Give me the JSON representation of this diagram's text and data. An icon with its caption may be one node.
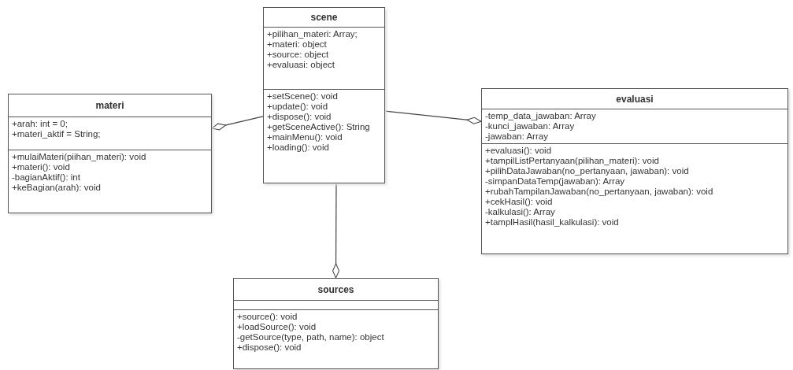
{
  "diagram": {
    "nodes": [
      {
        "text": [
          "scene"
        ]
      },
      {
        "text": [
          "+pilihan_materi: Array;",
          "+materi: object",
          "+source: object",
          "+evaluasi: object"
        ],
        "in": 0
      },
      {
        "text": [
          "+setScene(): void",
          "+update(): void",
          "+dispose(): void",
          "+getSceneActive(): String",
          "+mainMenu(): void",
          "+loading(): void"
        ],
        "in": 0
      },
      {
        "text": [
          "materi"
        ]
      },
      {
        "text": [
          "+arah: int = 0;",
          "+materi_aktif = String;"
        ],
        "in": 3
      },
      {
        "text": [
          "+mulaiMateri(piihan_materi): void",
          "+materi(): void",
          "-bagianAktif(): int",
          "+keBagian(arah): void"
        ],
        "in": 3
      },
      {
        "text": [
          "evaluasi"
        ]
      },
      {
        "text": [
          "-temp_data_jawaban: Array",
          "-kunci_jawaban: Array",
          "-jawaban: Array"
        ],
        "in": 6
      },
      {
        "text": [
          "+evaluasi(): void",
          "+tampilListPertanyaan(pilihan_materi): void",
          "+pilihDataJawaban(no_pertanyaan, jawaban): void",
          "-simpanDataTemp(jawaban): Array",
          "+rubahTampilanJawaban(no_pertanyaan, jawaban): void",
          "+cekHasil(): void",
          "-kalkulasi(): Array",
          "+tamplHasil(hasil_kalkulasi): void"
        ],
        "in": 6
      },
      {
        "text": [
          "sources"
        ]
      },
      {
        "text": [],
        "shape": "box",
        "in": 9
      },
      {
        "text": [
          "+source(): void",
          "+loadSource(): void",
          "-getSource(type, path, name): object",
          "+dispose(): void"
        ],
        "in": 9
      }
    ],
    "edges": [
      {
        "from": 0,
        "to": 3,
        "arrow": "other"
      },
      {
        "from": 0,
        "to": 6,
        "arrow": "other"
      },
      {
        "from": 0,
        "to": 9,
        "arrow": "other"
      }
    ]
  }
}
